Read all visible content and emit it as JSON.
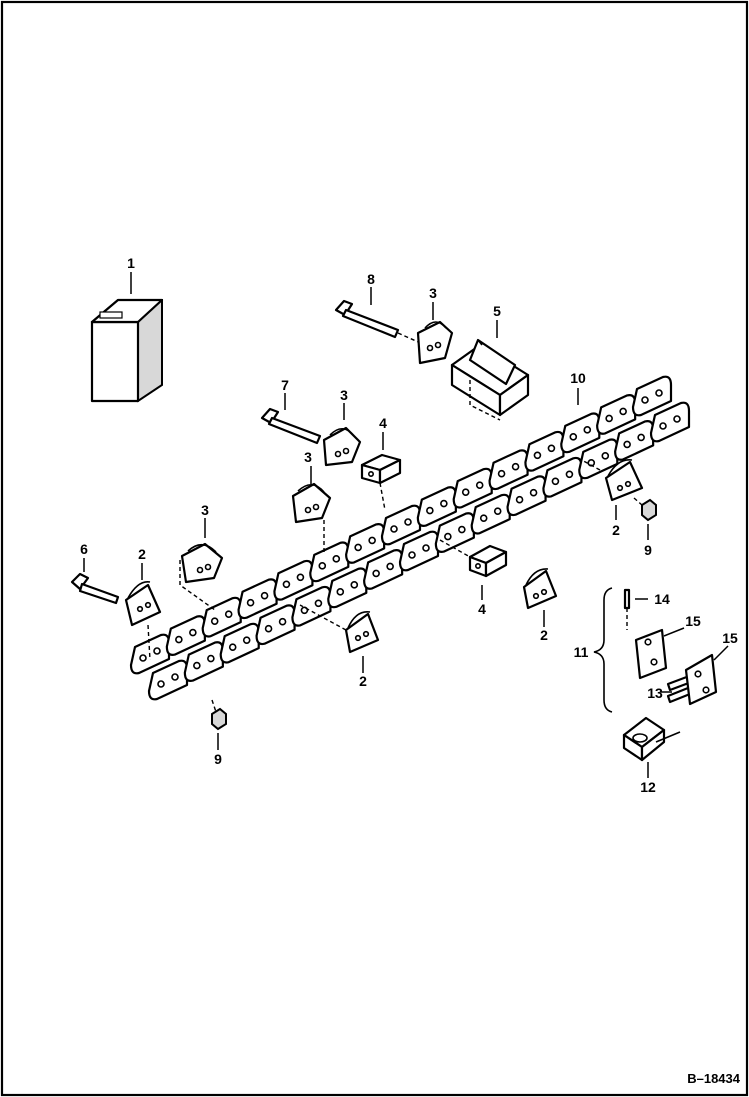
{
  "figure_ref": "B–18434",
  "callouts": {
    "c1": "1",
    "c2": "2",
    "c3": "3",
    "c4": "4",
    "c5": "5",
    "c6": "6",
    "c7": "7",
    "c8": "8",
    "c9": "9",
    "c10": "10",
    "c11": "11",
    "c12": "12",
    "c13": "13",
    "c14": "14",
    "c15": "15"
  }
}
